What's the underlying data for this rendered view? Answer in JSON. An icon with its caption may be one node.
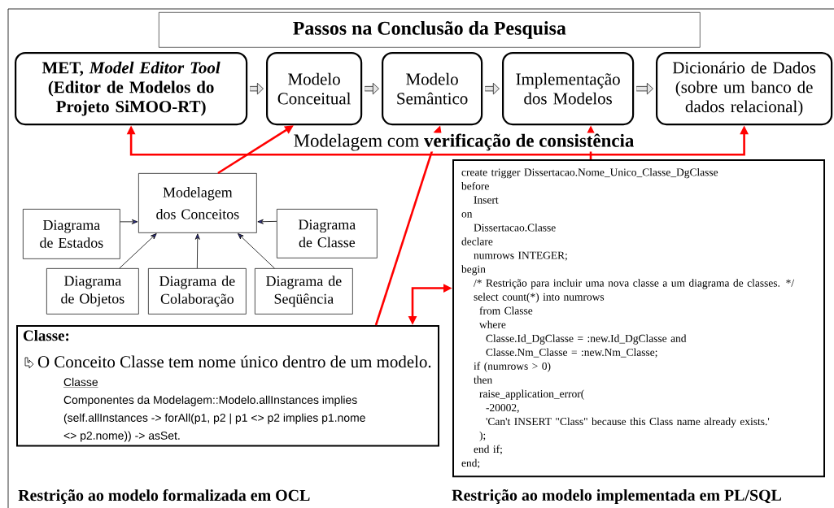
{
  "diagram": {
    "title": "Passos na Conclusão da Pesquisa",
    "nodes": [
      {
        "text": [
          "MET, *Model Editor Tool* (Editor de Modelos do Projeto SiMOO-RT)"
        ]
      },
      {
        "text": [
          "Modelo Conceitual"
        ]
      },
      {
        "text": [
          "Modelo Semântico"
        ]
      },
      {
        "text": [
          "Implementação dos Modelos"
        ]
      },
      {
        "text": [
          "Dicionário de Dados (sobre um banco de dados relacional)"
        ]
      },
      {
        "text": [
          "Modelagem dos Conceitos"
        ]
      },
      {
        "text": [
          "Diagrama de Estados"
        ]
      },
      {
        "text": [
          "Diagrama de Classe"
        ]
      },
      {
        "text": [
          "Diagrama de Objetos"
        ]
      },
      {
        "text": [
          "Diagrama de Colaboração"
        ]
      },
      {
        "text": [
          "Diagrama de Seqüência"
        ]
      },
      {
        "text": [
          "Classe:",
          "O Conceito Classe tem nome único dentro de um modelo.",
          "Classe",
          "Componentes da Modelagem::Modelo.allInstances implies (self.allInstances -> forAll(p1, p2 | p1 <> p2 implies p1.nome <> p2.nome)) -> asSet."
        ],
        "beside": [
          "Restrição ao modelo formalizada em OCL"
        ]
      },
      {
        "text": [
          "create trigger Dissertacao.Nome_Unico_Classe_DgClasse",
          "before",
          "Insert",
          "on",
          "Dissertacao.Classe",
          "declare",
          "numrows INTEGER;",
          "begin",
          "/* Restrição para incluir uma nova classe a um diagrama de classes. */",
          "select count(*) into numrows",
          "from Classe",
          "where",
          "Classe.Id_DgClasse = :new.Id_DgClasse and",
          "Classe.Nm_Classe = :new.Nm_Classe;",
          "if (numrows > 0)",
          "then",
          "raise_application_error(",
          "-20002,",
          "'Can't INSERT \"Class\" because this Class name already exists.'",
          ");",
          "end if;",
          "end;"
        ],
        "beside": [
          "Restrição ao modelo implementada em PL/SQL"
        ]
      }
    ],
    "edges": [
      {
        "from": 0,
        "to": 1,
        "arrow": "to",
        "style": "thick"
      },
      {
        "from": 1,
        "to": 2,
        "arrow": "to",
        "style": "thick"
      },
      {
        "from": 2,
        "to": 3,
        "arrow": "to",
        "style": "thick"
      },
      {
        "from": 3,
        "to": 4,
        "arrow": "to",
        "style": "thick"
      },
      {
        "from": 0,
        "to": 4,
        "arrow": "both",
        "label": "Modelagem com **verificação de consistência**",
        "color": "#ff0000"
      },
      {
        "from": 5,
        "to": 1,
        "arrow": "to",
        "color": "#ff0000"
      },
      {
        "from": 11,
        "to": 2,
        "arrow": "to",
        "color": "#ff0000"
      },
      {
        "from": 12,
        "to": 3,
        "arrow": "to",
        "color": "#ff0000"
      },
      {
        "from": 11,
        "to": 12,
        "arrow": "both",
        "color": "#ff0000"
      },
      {
        "from": 6,
        "to": 5,
        "arrow": "to"
      },
      {
        "from": 7,
        "to": 5,
        "arrow": "to"
      },
      {
        "from": 8,
        "to": 5,
        "arrow": "to"
      },
      {
        "from": 9,
        "to": 5,
        "arrow": "to"
      },
      {
        "from": 10,
        "to": 5,
        "arrow": "to"
      }
    ]
  }
}
